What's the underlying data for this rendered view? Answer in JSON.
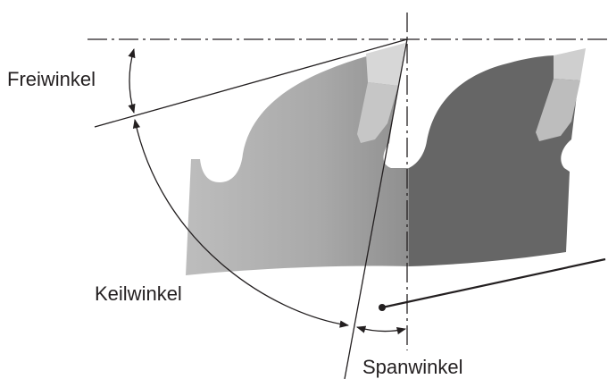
{
  "labels": {
    "clearance_angle": "Freiwinkel",
    "wedge_angle": "Keilwinkel",
    "rake_angle": "Spanwinkel"
  },
  "colors": {
    "line": "#231f20",
    "body_light": "#b3b3b3",
    "body_mid": "#9d9d9d",
    "body_dark": "#666666",
    "tip_light": "#d7d7d7",
    "tip_light_lower": "#c8c8c8",
    "tip_dark": "#cfcfcf",
    "tip_dark_lower": "#bdbdbd"
  }
}
